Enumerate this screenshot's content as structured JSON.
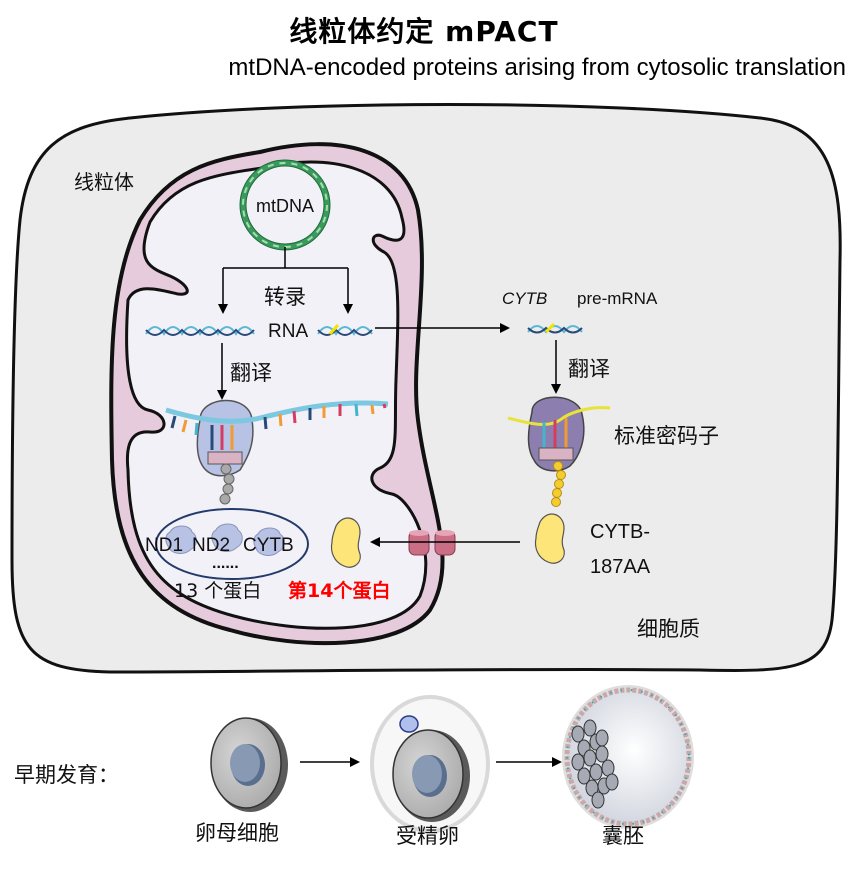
{
  "title": "线粒体约定 mPACT",
  "subtitle": "mtDNA-encoded proteins arising from cytosolic translation",
  "labels": {
    "mitochondrion": "线粒体",
    "mtdna": "mtDNA",
    "transcription": "转录",
    "rna": "RNA",
    "translation_mito": "翻译",
    "proteins": [
      "ND1",
      "ND2",
      "CYTB"
    ],
    "ellipsis": "......",
    "thirteen_proteins": "13 个蛋白",
    "fourteenth_protein": "第14个蛋白",
    "cytb_italic": "CYTB",
    "pre_mrna": "pre-mRNA",
    "translation_cyto": "翻译",
    "standard_codon": "标准密码子",
    "cytb_187_line1": "CYTB-",
    "cytb_187_line2": "187AA",
    "cytoplasm": "细胞质"
  },
  "development": {
    "label": "早期发育：",
    "stages": [
      "卵母细胞",
      "受精卵",
      "囊胚"
    ]
  },
  "colors": {
    "highlight_red": "#ff0000",
    "cell_fill": "#ececec",
    "mito_membrane": "#e6cbdc",
    "mito_inner": "#f2f1f7",
    "mtdna_green": "#3a9a5c",
    "ribosome_mito": "#b7c2e4",
    "ribosome_cyto": "#8c7fb0",
    "protein_yellow": "#fde57a",
    "channel": "#c96e84"
  }
}
